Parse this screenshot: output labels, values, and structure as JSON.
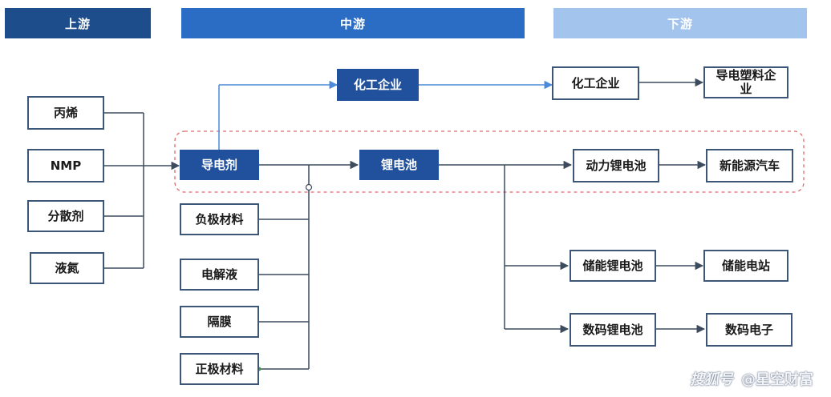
{
  "headers": {
    "upstream": "上游",
    "midstream": "中游",
    "downstream": "下游"
  },
  "colors": {
    "header_upstream": "#1e4d8c",
    "header_midstream": "#2b6cc4",
    "header_downstream": "#a3c4ec",
    "dark_node": "#21519c",
    "node_border": "#3b5676",
    "connector": "#3c4b5e",
    "upper_connector": "#4b8ad8",
    "dashed_highlight": "#e06a6a"
  },
  "upstream": {
    "propylene": "丙烯",
    "nmp": "NMP",
    "dispersant": "分散剂",
    "liquid_nitrogen": "液氮"
  },
  "midstream": {
    "conductive_agent": "导电剂",
    "chemical_enterprise": "化工企业",
    "lithium_battery": "锂电池",
    "anode_material": "负极材料",
    "electrolyte": "电解液",
    "separator": "隔膜",
    "cathode_material": "正极材料"
  },
  "downstream": {
    "chemical_enterprise": "化工企业",
    "conductive_plastics": "导电塑料企业",
    "power_battery": "动力锂电池",
    "nev": "新能源汽车",
    "storage_battery": "储能锂电池",
    "storage_station": "储能电站",
    "digital_battery": "数码锂电池",
    "digital_electronics": "数码电子"
  },
  "watermark": {
    "logo": "搜狐号",
    "account": "@星空财富"
  }
}
